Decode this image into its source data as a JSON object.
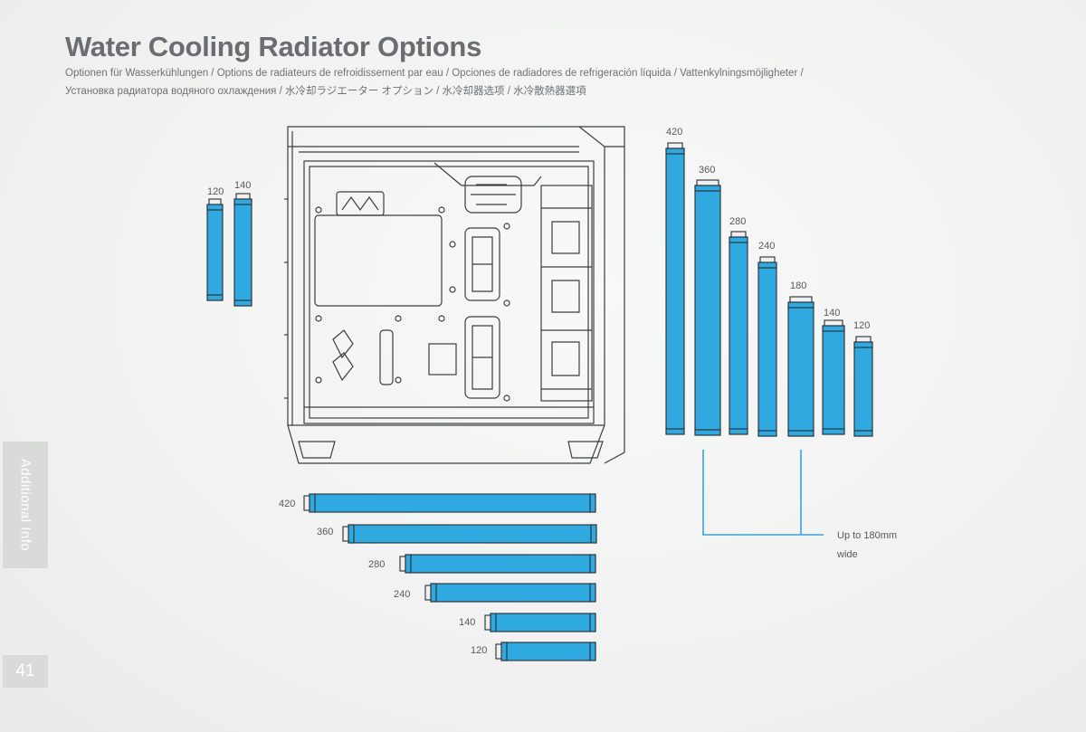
{
  "page": {
    "title": "Water Cooling Radiator Options",
    "subtitle_line1": "Optionen für Wasserkühlungen / Options de radiateurs de refroidissement par eau / Opciones de radiadores de refrigeración líquida / Vattenkylningsmöjligheter /",
    "subtitle_line2": "Установка радиатора водяного охлаждения / 水冷却ラジエーター オプション / 水冷却器选项 / 水冷散熱器選項",
    "section_tab": "Additional Info",
    "page_number": "41"
  },
  "colors": {
    "radiator_fill": "#2fa9df",
    "radiator_stroke": "#2a2d30",
    "fitting_fill": "#eef0f1",
    "accent_line": "#3aa2d8",
    "case_stroke": "#3b3e41"
  },
  "icons": [
    "pc-case-side-view-drawing"
  ],
  "rear": {
    "labels": [
      "120",
      "140"
    ]
  },
  "top": {
    "labels": [
      "420",
      "360",
      "280",
      "240",
      "140",
      "120"
    ]
  },
  "front": {
    "labels": [
      "420",
      "360",
      "280",
      "240",
      "180",
      "140",
      "120"
    ],
    "note_line1": "Up to 180mm",
    "note_line2": "wide"
  }
}
